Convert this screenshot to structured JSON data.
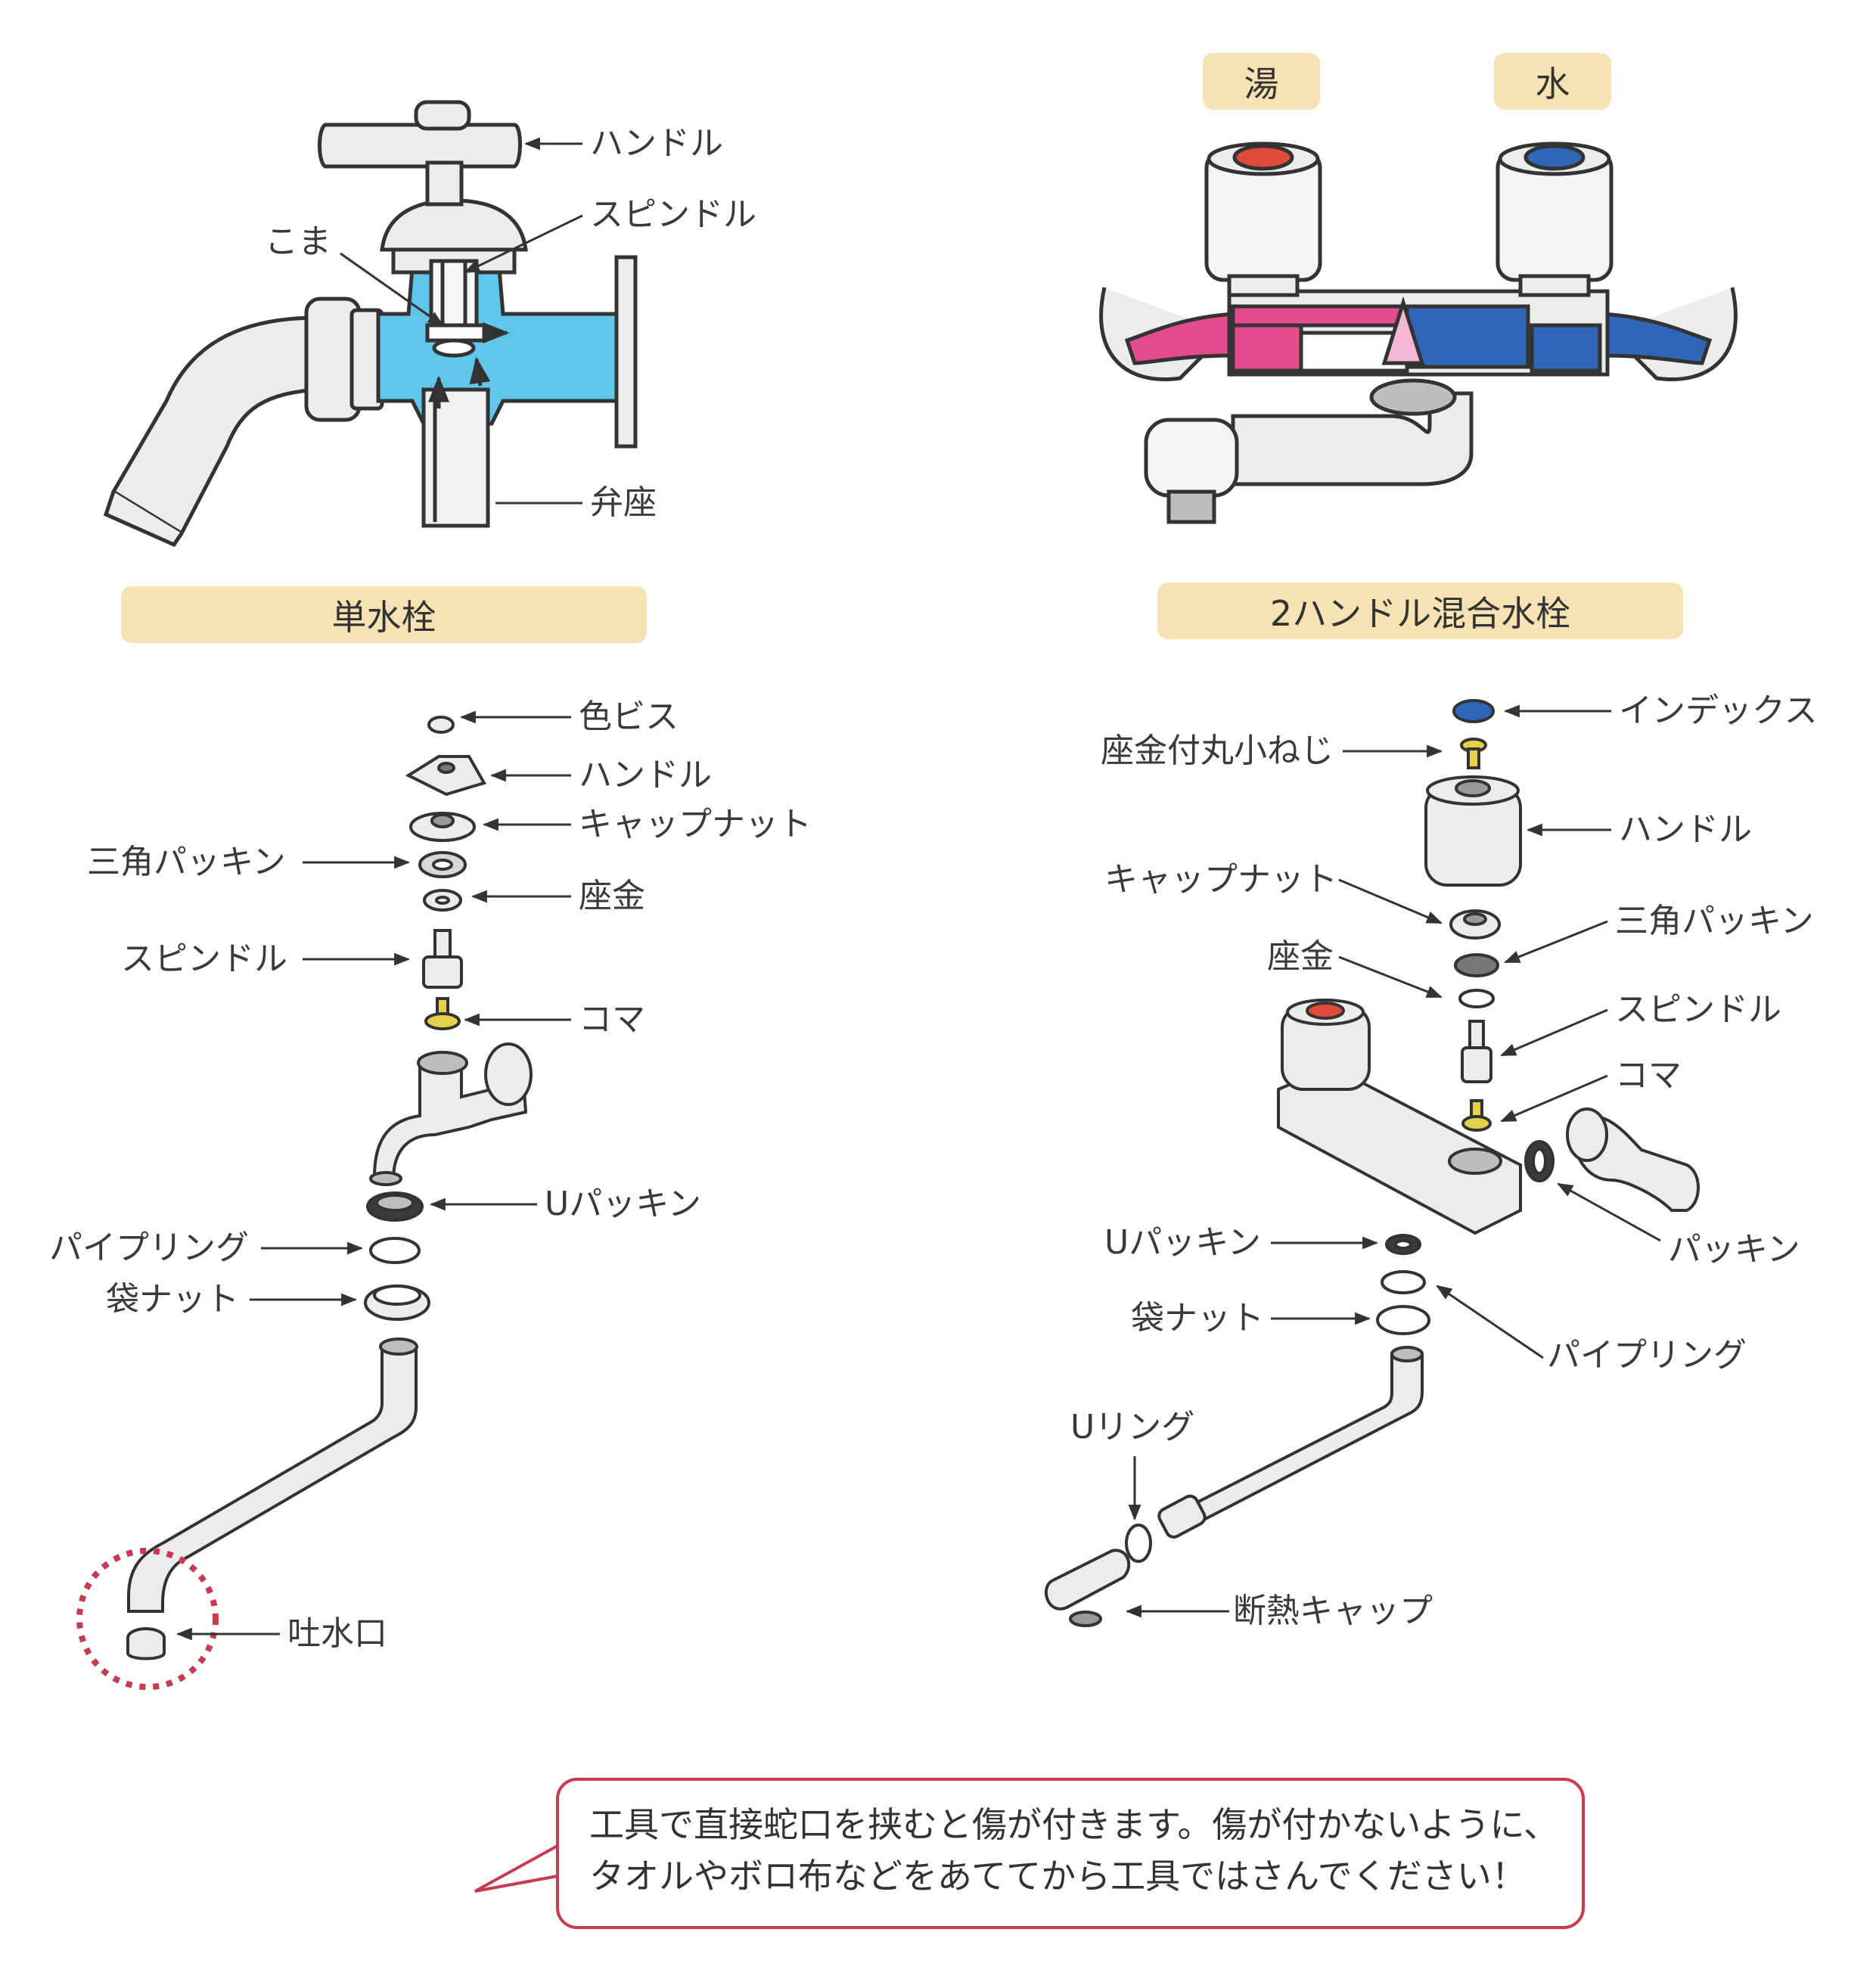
{
  "colors": {
    "hot": "#e44b8f",
    "cold": "#2f66b8",
    "water": "#5fc7e9",
    "tag": "#f6e2b3",
    "note_border": "#c63b52",
    "spout_circle": "#c63b52"
  },
  "top_left": {
    "caption": "単水栓",
    "labels": {
      "handle": "ハンドル",
      "spindle": "スピンドル",
      "koma": "こま",
      "valve_seat": "弁座"
    }
  },
  "top_right": {
    "caption": "2ハンドル混合水栓",
    "hot_tag": "湯",
    "cold_tag": "水"
  },
  "bottom_left": {
    "labels": {
      "color_screw": "色ビス",
      "handle": "ハンドル",
      "cap_nut": "キャップナット",
      "triangle_packing": "三角パッキン",
      "washer": "座金",
      "spindle": "スピンドル",
      "koma": "コマ",
      "u_packing": "Uパッキン",
      "pipe_ring": "パイプリング",
      "bag_nut": "袋ナット",
      "spout": "吐水口"
    }
  },
  "bottom_right": {
    "labels": {
      "index": "インデックス",
      "washer_screw": "座金付丸小ねじ",
      "handle": "ハンドル",
      "cap_nut": "キャップナット",
      "triangle_packing": "三角パッキン",
      "washer": "座金",
      "spindle": "スピンドル",
      "koma": "コマ",
      "packing": "パッキン",
      "u_packing": "Uパッキン",
      "bag_nut": "袋ナット",
      "pipe_ring": "パイプリング",
      "u_ring": "Uリング",
      "insulation_cap": "断熱キャップ"
    }
  },
  "note": {
    "line1": "工具で直接蛇口を挟むと傷が付きます。傷が付かないように、",
    "line2": "タオルやボロ布などをあててから工具ではさんでください！"
  }
}
